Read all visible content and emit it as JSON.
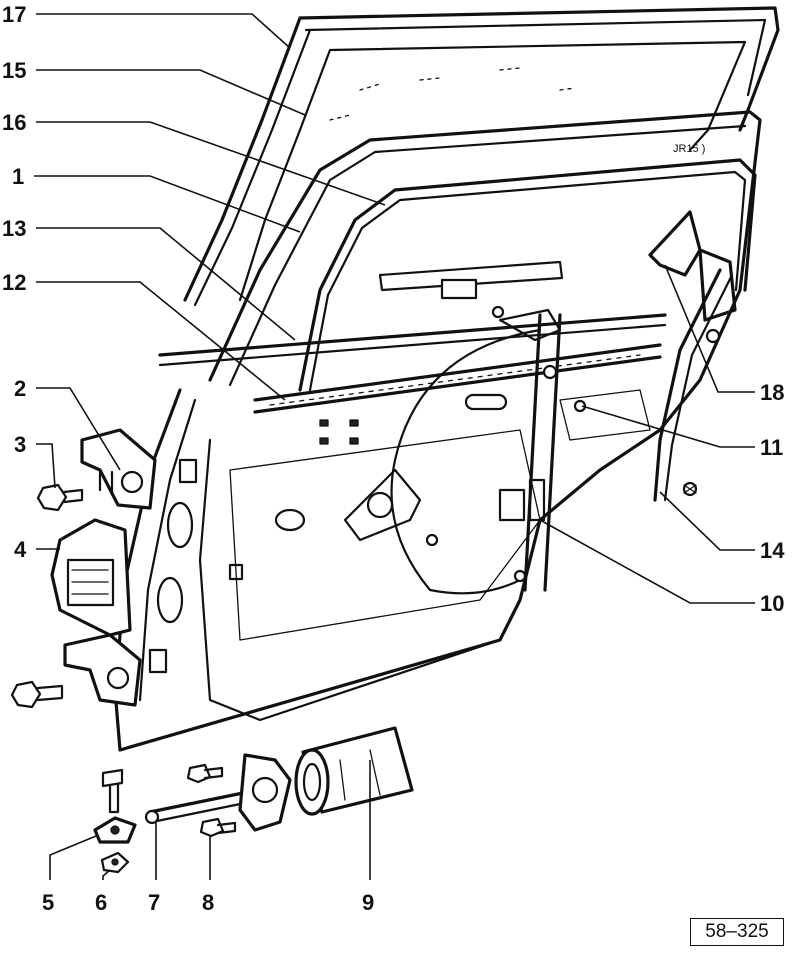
{
  "callouts": [
    {
      "id": "17",
      "label": "17"
    },
    {
      "id": "15",
      "label": "15"
    },
    {
      "id": "16",
      "label": "16"
    },
    {
      "id": "1",
      "label": "1"
    },
    {
      "id": "13",
      "label": "13"
    },
    {
      "id": "12",
      "label": "12"
    },
    {
      "id": "2",
      "label": "2"
    },
    {
      "id": "3",
      "label": "3"
    },
    {
      "id": "4",
      "label": "4"
    },
    {
      "id": "18",
      "label": "18"
    },
    {
      "id": "11",
      "label": "11"
    },
    {
      "id": "14",
      "label": "14"
    },
    {
      "id": "10",
      "label": "10"
    },
    {
      "id": "5",
      "label": "5"
    },
    {
      "id": "6",
      "label": "6"
    },
    {
      "id": "7",
      "label": "7"
    },
    {
      "id": "8",
      "label": "8"
    },
    {
      "id": "9",
      "label": "9"
    }
  ],
  "reference_code": "58–325",
  "small_mark": "JR15 )"
}
